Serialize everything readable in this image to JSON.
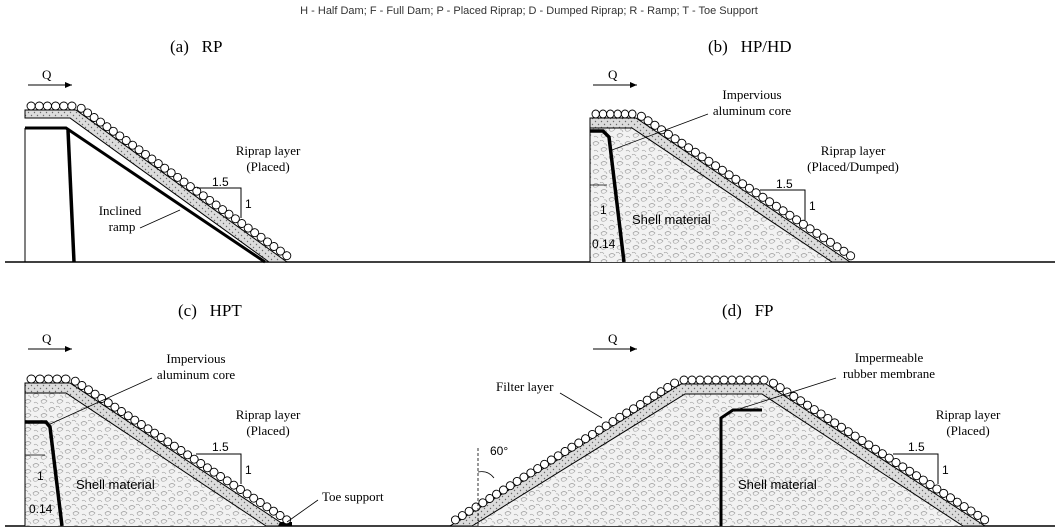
{
  "legend": "H - Half Dam; F - Full Dam; P - Placed Riprap; D - Dumped Riprap; R - Ramp; T - Toe Support",
  "flow_label": "Q",
  "panels": {
    "a": {
      "title": "(a)   RP",
      "riprap_line1": "Riprap layer",
      "riprap_line2": "(Placed)",
      "slope_h": "1.5",
      "slope_v": "1",
      "ramp_line1": "Inclined",
      "ramp_line2": "ramp"
    },
    "b": {
      "title": "(b)   HP/HD",
      "core_line1": "Impervious",
      "core_line2": "aluminum core",
      "riprap_line1": "Riprap layer",
      "riprap_line2": "(Placed/Dumped)",
      "slope_h": "1.5",
      "slope_v": "1",
      "shell": "Shell material",
      "core_v": "1",
      "core_h": "0.14"
    },
    "c": {
      "title": "(c)   HPT",
      "core_line1": "Impervious",
      "core_line2": "aluminum core",
      "riprap_line1": "Riprap layer",
      "riprap_line2": "(Placed)",
      "slope_h": "1.5",
      "slope_v": "1",
      "shell": "Shell material",
      "core_v": "1",
      "core_h": "0.14",
      "toe": "Toe support"
    },
    "d": {
      "title": "(d)   FP",
      "filter": "Filter layer",
      "membrane_line1": "Impermeable",
      "membrane_line2": "rubber membrane",
      "angle": "60°",
      "riprap_line1": "Riprap layer",
      "riprap_line2": "(Placed)",
      "slope_h": "1.5",
      "slope_v": "1",
      "shell": "Shell material"
    }
  }
}
